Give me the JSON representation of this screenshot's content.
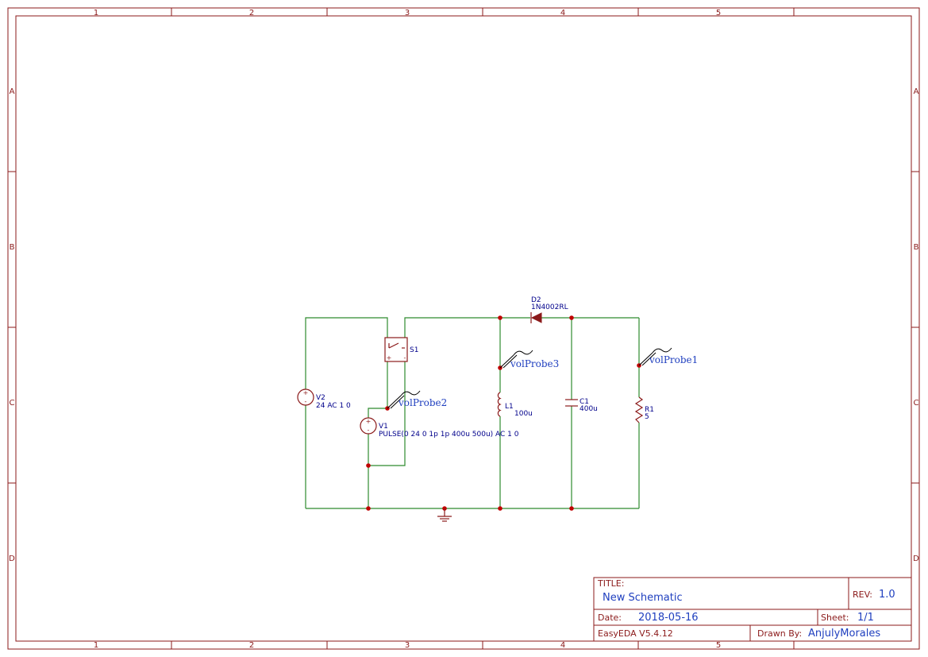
{
  "frame": {
    "columns": [
      "1",
      "2",
      "3",
      "4",
      "5"
    ],
    "rows": [
      "A",
      "B",
      "C",
      "D"
    ]
  },
  "components": {
    "v2": {
      "ref": "V2",
      "value": "24 AC 1 0"
    },
    "v1": {
      "ref": "V1",
      "value": "PULSE(0 24 0 1p 1p 400u 500u) AC 1 0"
    },
    "s1": {
      "ref": "S1"
    },
    "d2": {
      "ref": "D2",
      "value": "1N4002RL"
    },
    "l1": {
      "ref": "L1",
      "value": "100u"
    },
    "c1": {
      "ref": "C1",
      "value": "400u"
    },
    "r1": {
      "ref": "R1",
      "value": "5"
    }
  },
  "probes": {
    "p1": "volProbe1",
    "p2": "volProbe2",
    "p3": "volProbe3"
  },
  "title_block": {
    "title_key": "TITLE:",
    "title": "New Schematic",
    "rev_key": "REV:",
    "rev": "1.0",
    "date_key": "Date:",
    "date": "2018-05-16",
    "sheet_key": "Sheet:",
    "sheet": "1/1",
    "tool": "EasyEDA V5.4.12",
    "drawn_key": "Drawn By:",
    "drawn_by": "AnjulyMorales"
  },
  "colors": {
    "frame": "#8b1a1a",
    "wire": "#2e8b2e",
    "junction": "#c00000",
    "label": "#00008b",
    "probe": "#1f3fbf"
  },
  "icons": [
    "ground-icon",
    "voltage-probe-icon",
    "switch-icon",
    "diode-icon",
    "inductor-icon",
    "capacitor-icon",
    "resistor-icon",
    "voltage-source-icon"
  ]
}
